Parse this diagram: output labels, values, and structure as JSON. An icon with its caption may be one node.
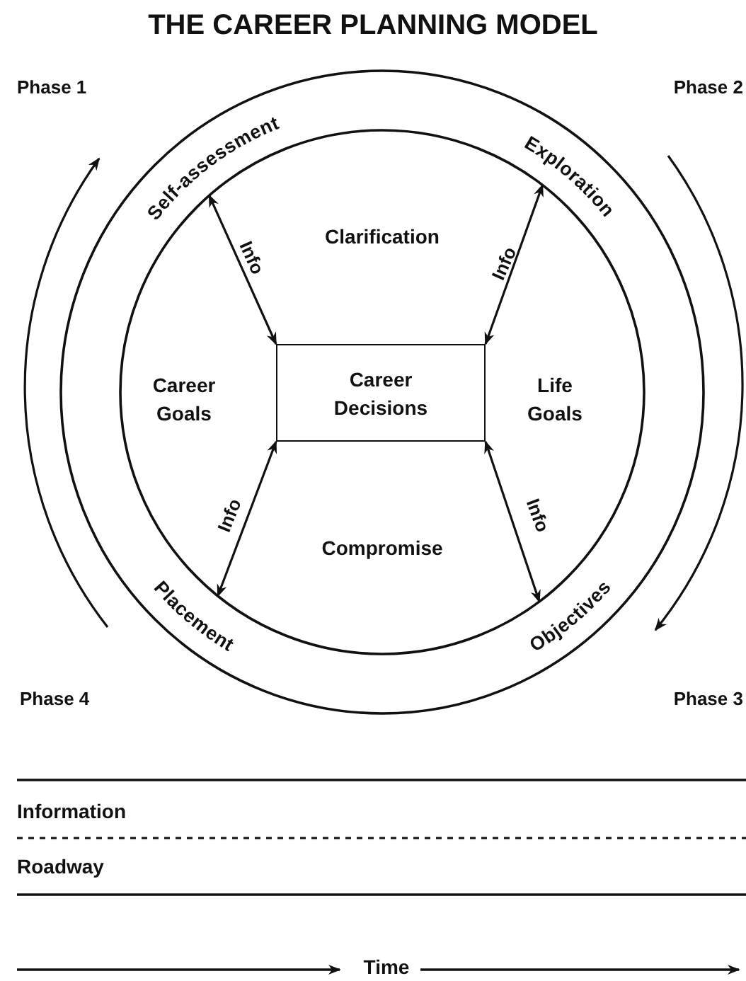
{
  "diagram": {
    "title": "THE CAREER PLANNING MODEL",
    "nodes": [
      {
        "text": [
          "Self-assessment",
          "Exploration",
          "Placement",
          "Objectives"
        ]
      },
      {
        "text": [
          "Career Decisions"
        ],
        "in": 0
      }
    ],
    "edges": [
      {
        "from": 1,
        "to": 0,
        "arrow": "both",
        "label": "Info"
      },
      {
        "from": 1,
        "to": 0,
        "arrow": "both",
        "label": "Info"
      },
      {
        "from": 1,
        "to": 0,
        "arrow": "both",
        "label": "Info"
      },
      {
        "from": 1,
        "to": 0,
        "arrow": "both",
        "label": "Info"
      }
    ],
    "labels": [
      "Phase 1",
      "Phase 2",
      "Clarification",
      "Career Goals",
      "Life Goals",
      "Compromise",
      "Phase 4",
      "Phase 3",
      "Information",
      "Roadway",
      "Time"
    ]
  }
}
